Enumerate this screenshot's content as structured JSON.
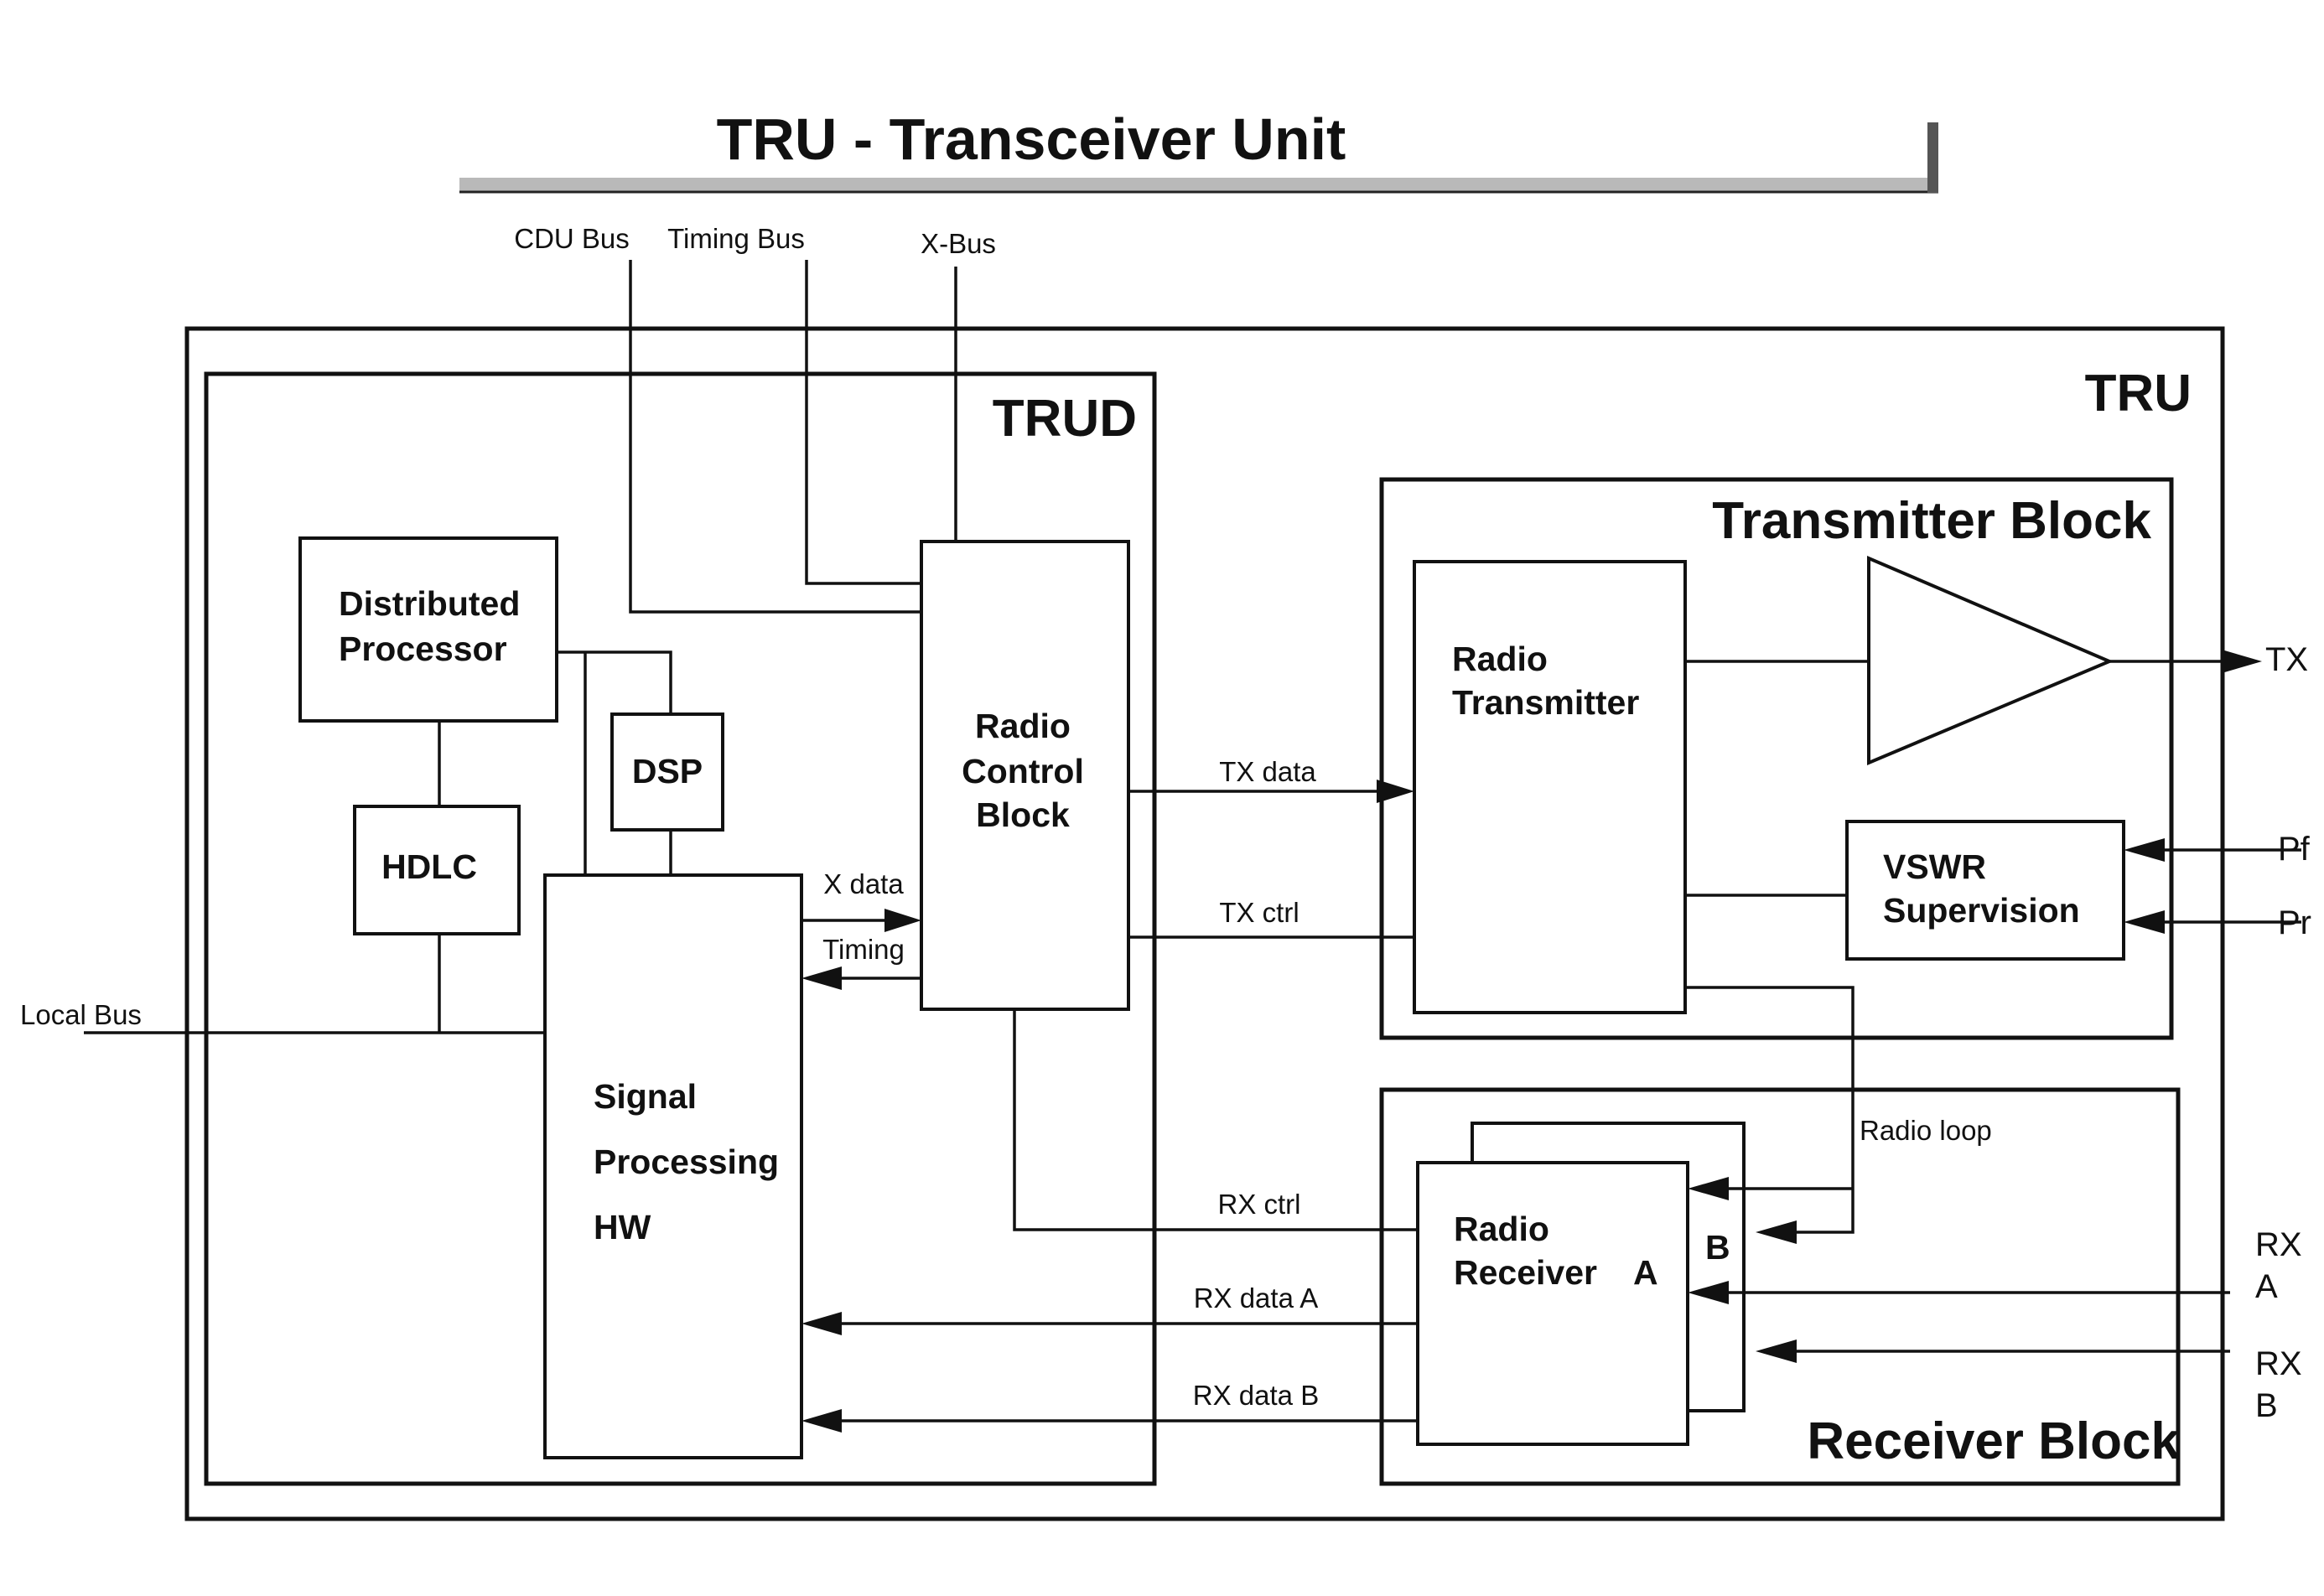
{
  "title": "TRU  -  Transceiver Unit",
  "external": {
    "cdu_bus": "CDU Bus",
    "timing_bus": "Timing Bus",
    "x_bus": "X-Bus",
    "local_bus": "Local  Bus",
    "tx": "TX",
    "pf": "Pf",
    "pr": "Pr",
    "rx_a": [
      "RX",
      "A"
    ],
    "rx_b": [
      "RX",
      "B"
    ]
  },
  "containers": {
    "tru": "TRU",
    "trud": "TRUD",
    "transmitter_block": "Transmitter Block",
    "receiver_block": "Receiver Block"
  },
  "blocks": {
    "distributed_processor": [
      "Distributed",
      "Processor"
    ],
    "dsp": "DSP",
    "hdlc": "HDLC",
    "radio_control_block": [
      "Radio",
      "Control",
      "Block"
    ],
    "signal_processing_hw": [
      "Signal",
      "Processing",
      "HW"
    ],
    "radio_transmitter": [
      "Radio",
      "Transmitter"
    ],
    "vswr_supervision": [
      "VSWR",
      "Supervision"
    ],
    "radio_receiver": [
      "Radio",
      "Receiver"
    ],
    "receiver_a": "A",
    "receiver_b": "B"
  },
  "signals": {
    "x_data": "X data",
    "timing": "Timing",
    "tx_data": "TX data",
    "tx_ctrl": "TX ctrl",
    "rx_ctrl": "RX ctrl",
    "rx_data_a": "RX data A",
    "rx_data_b": "RX data B",
    "radio_loop": "Radio loop"
  }
}
